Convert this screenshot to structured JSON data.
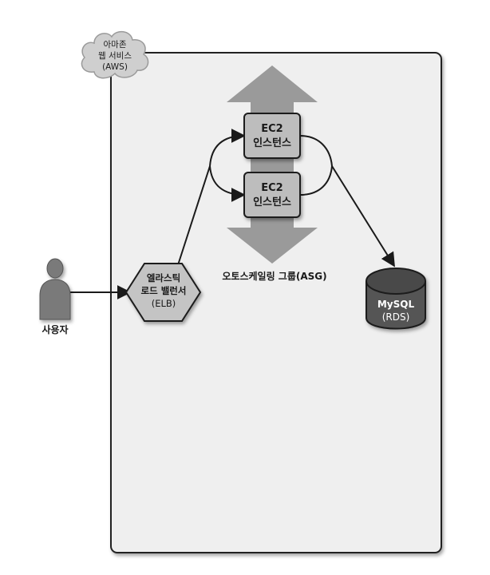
{
  "cloud": {
    "line1": "아마존",
    "line2": "웹 서비스",
    "line3": "(AWS)"
  },
  "user": {
    "label": "사용자"
  },
  "elb": {
    "line1": "엘라스틱",
    "line2": "로드 밸런서",
    "line3": "(ELB)"
  },
  "instances": [
    {
      "line1": "EC2",
      "line2": "인스턴스"
    },
    {
      "line1": "EC2",
      "line2": "인스턴스"
    }
  ],
  "asg": {
    "label": "오토스케일링 그룹(ASG)"
  },
  "database": {
    "line1": "MySQL",
    "line2": "(RDS)"
  },
  "colors": {
    "panel": "#efefef",
    "arrow": "#9a9a9a",
    "instance": "#bdbdbd",
    "db": "#555555",
    "elb": "#c4c4c4",
    "user": "#7a7a7a"
  }
}
